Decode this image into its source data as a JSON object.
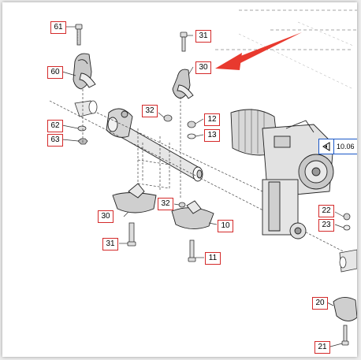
{
  "callouts": [
    {
      "id": "c61a",
      "label": "61"
    },
    {
      "id": "c60",
      "label": "60"
    },
    {
      "id": "c62",
      "label": "62"
    },
    {
      "id": "c63",
      "label": "63"
    },
    {
      "id": "c31a",
      "label": "31"
    },
    {
      "id": "c30a",
      "label": "30"
    },
    {
      "id": "c32a",
      "label": "32"
    },
    {
      "id": "c12",
      "label": "12"
    },
    {
      "id": "c13",
      "label": "13"
    },
    {
      "id": "c32b",
      "label": "32"
    },
    {
      "id": "c30b",
      "label": "30"
    },
    {
      "id": "c10",
      "label": "10"
    },
    {
      "id": "c31b",
      "label": "31"
    },
    {
      "id": "c11",
      "label": "11"
    },
    {
      "id": "c22",
      "label": "22"
    },
    {
      "id": "c23",
      "label": "23"
    },
    {
      "id": "c20",
      "label": "20"
    },
    {
      "id": "c21",
      "label": "21"
    }
  ],
  "nav_reference": {
    "label": "10.06"
  },
  "colors": {
    "callout_border": "#d42a2a",
    "arrow": "#e8392e",
    "nav_border": "#1a57c7",
    "line": "#333333"
  }
}
